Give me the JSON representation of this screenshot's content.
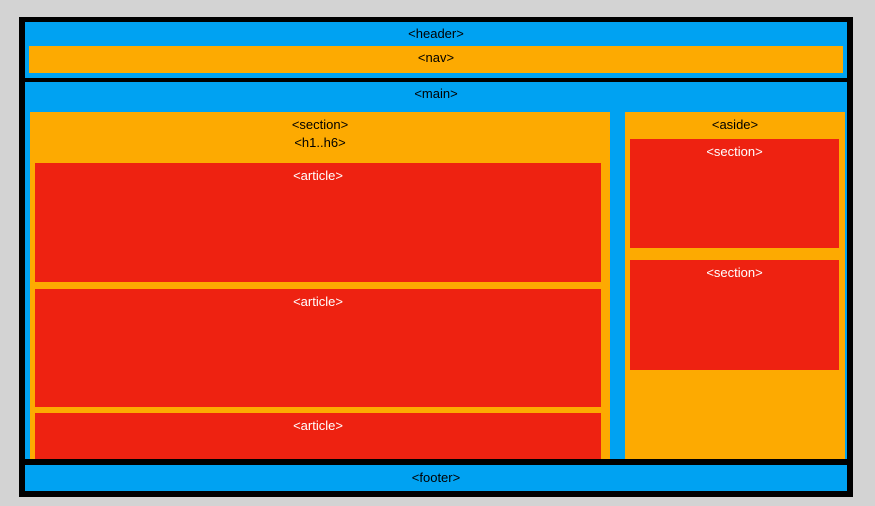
{
  "diagram": {
    "header": {
      "label": "<header>"
    },
    "nav": {
      "label": "<nav>"
    },
    "main": {
      "label": "<main>"
    },
    "section": {
      "label": "<section>",
      "heading": "<h1..h6>"
    },
    "articles": [
      {
        "label": "<article>"
      },
      {
        "label": "<article>"
      },
      {
        "label": "<article>"
      }
    ],
    "aside": {
      "label": "<aside>"
    },
    "aside_sections": [
      {
        "label": "<section>"
      },
      {
        "label": "<section>"
      }
    ],
    "footer": {
      "label": "<footer>"
    }
  },
  "colors": {
    "background": "#d3d3d3",
    "border": "#000000",
    "blue": "#00a2f2",
    "orange": "#fdaa01",
    "red": "#ee2211"
  }
}
